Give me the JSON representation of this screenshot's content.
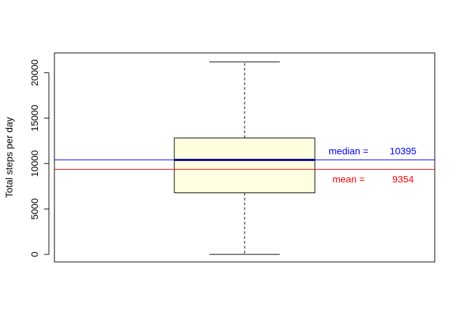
{
  "chart_data": {
    "type": "boxplot",
    "ylabel": "Total steps per day",
    "xlabel": "",
    "ylim": [
      0,
      21194
    ],
    "yticks": [
      0,
      5000,
      10000,
      15000,
      20000
    ],
    "tick_labels": [
      "0",
      "5000",
      "10000",
      "15000",
      "20000"
    ],
    "box": {
      "min": 0,
      "q1": 6778,
      "median": 10395,
      "q3": 12811,
      "max": 21194,
      "fill": "#ffffe0"
    },
    "reference_lines": [
      {
        "label": "median =",
        "value": 10395,
        "value_label": "10395",
        "color": "#0000ff"
      },
      {
        "label": "mean =",
        "value": 9354,
        "value_label": "9354",
        "color": "#ff0000"
      }
    ],
    "median_line_color": "#000080"
  }
}
